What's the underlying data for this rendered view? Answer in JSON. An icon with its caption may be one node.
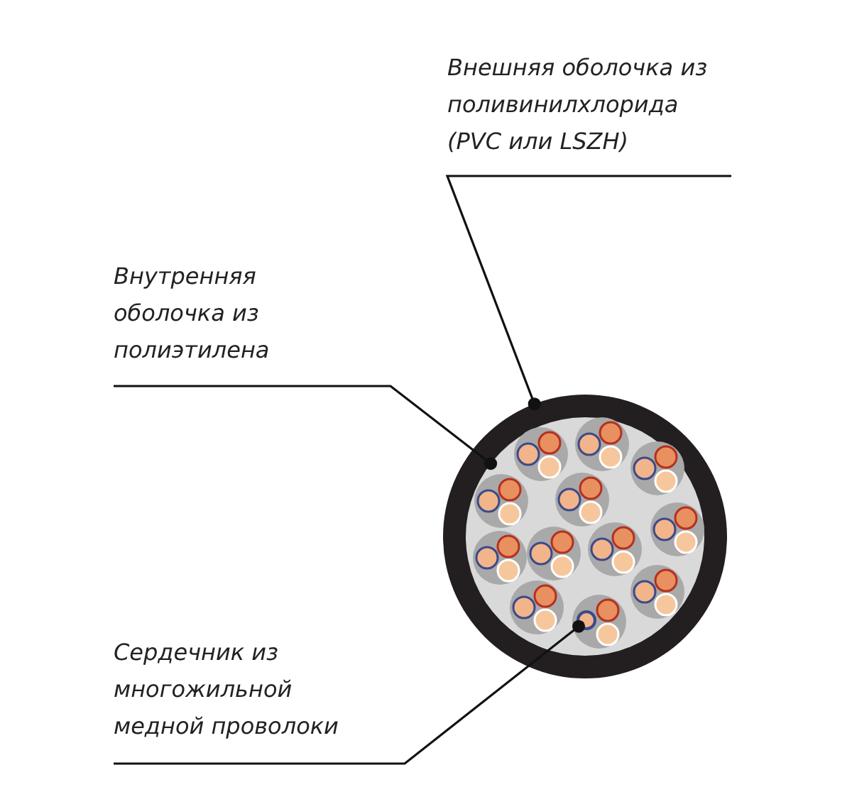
{
  "diagram": {
    "nodes": [
      {
        "text": [
          "Внешняя оболочка из поливинилхлорида (PVC или LSZH)"
        ]
      },
      {
        "text": [
          "Внутренняя оболочка из полиэтилена"
        ]
      },
      {
        "text": [
          "Сердечник из многожильной медной проволоки"
        ]
      },
      {
        "text": [],
        "shape": "circle"
      },
      {
        "text": [],
        "shape": "circle",
        "in": 3
      },
      {
        "text": [],
        "shape": "circle",
        "in": 4
      }
    ],
    "edges": [
      {
        "from": 0,
        "to": 3,
        "arrow": "other"
      },
      {
        "from": 1,
        "to": 4,
        "arrow": "other"
      },
      {
        "from": 2,
        "to": 5,
        "arrow": "other"
      }
    ]
  }
}
